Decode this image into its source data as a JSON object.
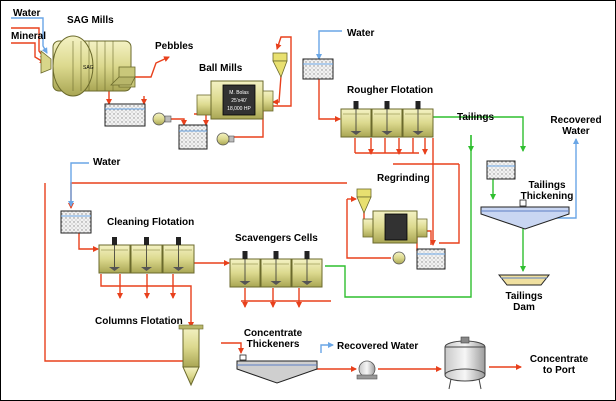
{
  "labels": {
    "water_in_sag": "Water",
    "mineral_in": "Mineral",
    "sag_mills": "SAG Mills",
    "sag_tag": "SAG",
    "pebbles": "Pebbles",
    "ball_mills": "Ball Mills",
    "ball_mill_spec_1": "M. Bolas",
    "ball_mill_spec_2": "25'x40'",
    "ball_mill_spec_3": "18,000 HP",
    "water_rougher": "Water",
    "rougher_flotation": "Rougher Flotation",
    "tailings": "Tailings",
    "recovered_water_1": "Recovered",
    "recovered_water_2": "Water",
    "tailings_thickening_1": "Tailings",
    "tailings_thickening_2": "Thickening",
    "tailings_dam_1": "Tailings",
    "tailings_dam_2": "Dam",
    "water_cleaning": "Water",
    "regrinding": "Regrinding",
    "cleaning_flotation": "Cleaning Flotation",
    "scavengers_cells": "Scavengers Cells",
    "columns_flotation": "Columns Flotation",
    "concentrate_thickeners_1": "Concentrate",
    "concentrate_thickeners_2": "Thickeners",
    "recovered_water_bottom": "Recovered Water",
    "concentrate_to_port_1": "Concentrate",
    "concentrate_to_port_2": "to Port"
  },
  "colors": {
    "slurry_line": "#e8401c",
    "water_line": "#6aa6e6",
    "tailings_line": "#2fbf2f",
    "equipment_fill": "#e8e6a8",
    "equipment_dark": "#8a8a3a"
  }
}
